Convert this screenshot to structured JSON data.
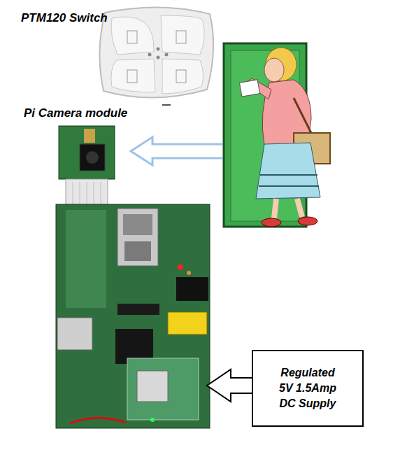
{
  "diagram": {
    "nodes": [
      {
        "text": [
          "Regulated 5V 1.5Amp DC Supply"
        ]
      }
    ],
    "labels": [
      "PTM120 Switch",
      "Pi Camera module"
    ]
  }
}
